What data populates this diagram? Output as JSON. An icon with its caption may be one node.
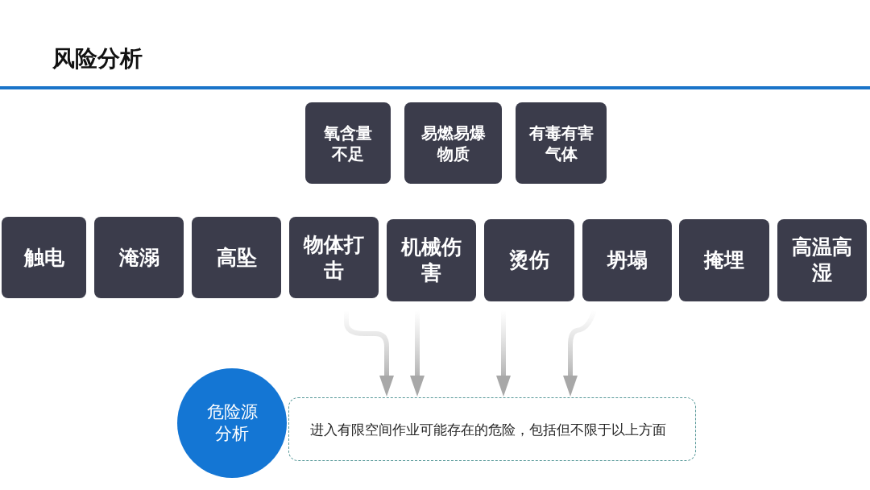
{
  "diagram": {
    "title": "风险分析",
    "nodes": [
      {
        "text": [
          "氧含量不足"
        ]
      },
      {
        "text": [
          "易燃易爆物质"
        ]
      },
      {
        "text": [
          "有毒有害气体"
        ]
      },
      {
        "text": [
          "触电"
        ]
      },
      {
        "text": [
          "淹溺"
        ]
      },
      {
        "text": [
          "高坠"
        ]
      },
      {
        "text": [
          "物体打击"
        ]
      },
      {
        "text": [
          "机械伤害"
        ]
      },
      {
        "text": [
          "烫伤"
        ]
      },
      {
        "text": [
          "坍塌"
        ]
      },
      {
        "text": [
          "掩埋"
        ]
      },
      {
        "text": [
          "高温高湿"
        ]
      },
      {
        "text": [
          "危险源分析"
        ]
      },
      {
        "text": [
          "进入有限空间作业可能存在的危险，包括但不限于以上方面"
        ]
      }
    ],
    "edges": [
      {
        "from": 6,
        "to": 13,
        "arrow": "to"
      },
      {
        "from": 7,
        "to": 13,
        "arrow": "to"
      },
      {
        "from": 8,
        "to": 13,
        "arrow": "to"
      },
      {
        "from": 9,
        "to": 13,
        "arrow": "to"
      }
    ]
  }
}
